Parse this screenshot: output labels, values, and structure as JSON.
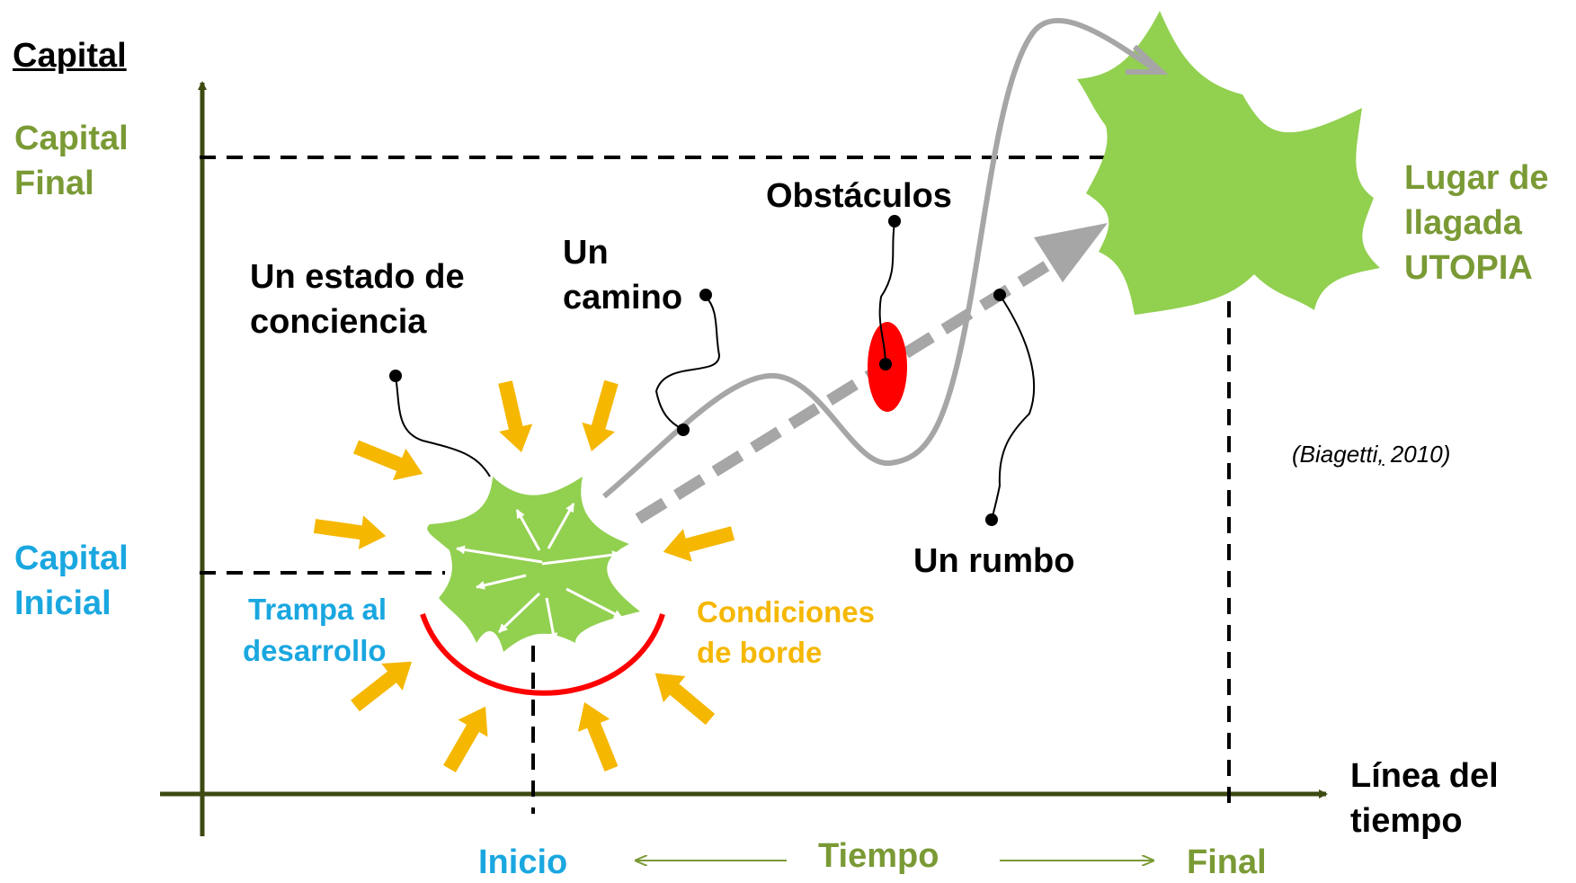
{
  "axes": {
    "y_title": "Capital",
    "x_title_line1": "Línea del",
    "x_title_line2": "tiempo"
  },
  "y_labels": {
    "final_line1": "Capital",
    "final_line2": "Final",
    "initial_line1": "Capital",
    "initial_line2": "Inicial"
  },
  "x_labels": {
    "start": "Inicio",
    "time": "Tiempo",
    "end": "Final"
  },
  "annotations": {
    "state_line1": "Un estado de",
    "state_line2": "conciencia",
    "path_line1": "Un",
    "path_line2": "camino",
    "obstacles": "Obstáculos",
    "direction": "Un rumbo",
    "trap_line1": "Trampa al",
    "trap_line2": "desarrollo",
    "conditions_line1": "Condiciones",
    "conditions_line2": "de borde",
    "destination_line1": "Lugar de",
    "destination_line2": "llagada",
    "destination_line3": "UTOPIA"
  },
  "citation": {
    "author": "(Biagetti",
    "comma": ",",
    "year": " 2010)"
  },
  "colors": {
    "axis": "#3d4a12",
    "olive_text": "#7a9a35",
    "blue_text": "#1aa7e0",
    "gold": "#f5b700",
    "star_green": "#92d050",
    "path_gray": "#a6a6a6",
    "obstacle_red": "#ff0000",
    "trap_red": "#ff0000"
  }
}
